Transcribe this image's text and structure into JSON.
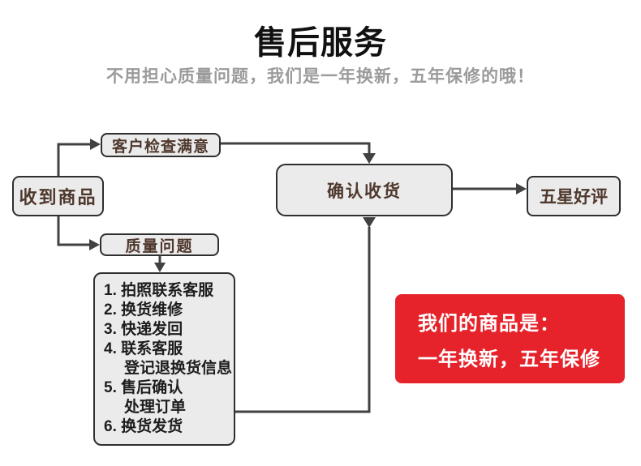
{
  "page": {
    "title": "售后服务",
    "subtitle": "不用担心质量问题，我们是一年换新，五年保修的哦！"
  },
  "flowchart": {
    "nodes": {
      "receive": "收到商品",
      "check": "客户检查满意",
      "issue": "质量问题",
      "confirm": "确认收货",
      "star": "五星好评"
    },
    "steps": [
      "1. 拍照联系客服",
      "2. 换货维修",
      "3. 快递发回",
      "4. 联系客服",
      "登记退换货信息",
      "5. 售后确认",
      "处理订单",
      "6. 换货发货"
    ]
  },
  "promo": {
    "line1": "我们的商品是：",
    "line2": "一年换新，五年保修",
    "bg_color": "#e6232b"
  },
  "colors": {
    "connector_line": "#414141",
    "node_fill": "#ebebeb",
    "node_border": "#2f2f2f",
    "node_text": "#4f382d",
    "title_text": "#111111",
    "subtitle_text": "#9b9b9b",
    "promo_text": "#ffffff"
  }
}
